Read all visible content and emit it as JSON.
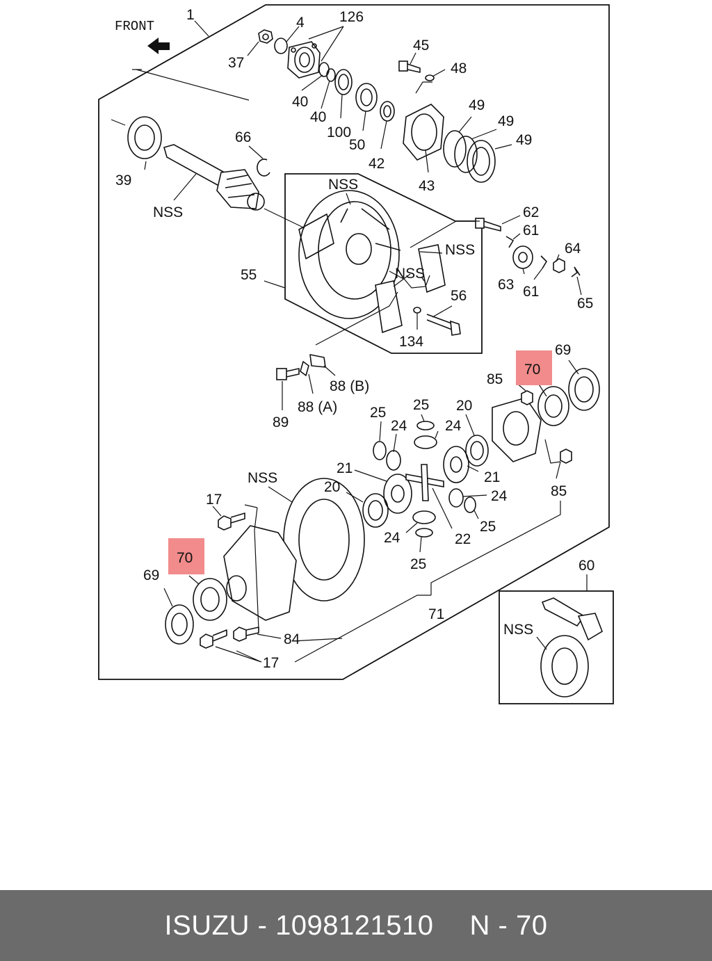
{
  "diagram": {
    "front_label": "FRONT",
    "nss": "NSS",
    "highlight_color": "#f28b8b",
    "callouts": {
      "c1": "1",
      "c4": "4",
      "c126": "126",
      "c37": "37",
      "c45": "45",
      "c48": "48",
      "c40a": "40",
      "c40b": "40",
      "c100": "100",
      "c50": "50",
      "c42": "42",
      "c43": "43",
      "c49a": "49",
      "c49b": "49",
      "c49c": "49",
      "c39": "39",
      "c66": "66",
      "c62": "62",
      "c61a": "61",
      "c61b": "61",
      "c64": "64",
      "c63": "63",
      "c65": "65",
      "c55": "55",
      "c56": "56",
      "c134": "134",
      "c89": "89",
      "c88a": "88 (A)",
      "c88b": "88 (B)",
      "c85a": "85",
      "c85b": "85",
      "c70a": "70",
      "c70b": "70",
      "c69a": "69",
      "c69b": "69",
      "c25a": "25",
      "c25b": "25",
      "c25c": "25",
      "c25d": "25",
      "c24a": "24",
      "c24b": "24",
      "c24c": "24",
      "c24d": "24",
      "c20a": "20",
      "c20b": "20",
      "c21a": "21",
      "c21b": "21",
      "c22": "22",
      "c17a": "17",
      "c17b": "17",
      "c84": "84",
      "c71": "71",
      "c60": "60"
    }
  },
  "footer": {
    "brand": "ISUZU",
    "dash1": "-",
    "part_number": "1098121510",
    "ref_label": "N",
    "dash2": "-",
    "ref_number": "70"
  }
}
